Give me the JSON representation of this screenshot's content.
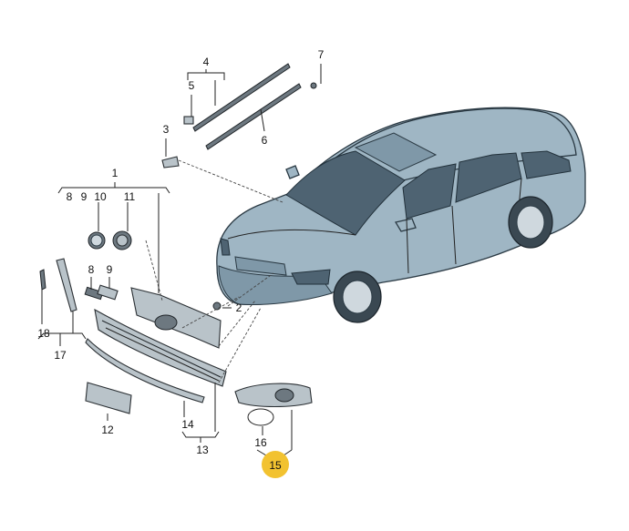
{
  "callouts": {
    "c1": "1",
    "c2": "2",
    "c3": "3",
    "c4": "4",
    "c5": "5",
    "c6": "6",
    "c7": "7",
    "c8a": "8",
    "c9a": "9",
    "c10": "10",
    "c11": "11",
    "c8b": "8",
    "c9b": "9",
    "c12": "12",
    "c13": "13",
    "c14": "14",
    "c15": "15",
    "c16": "16",
    "c17": "17",
    "c18": "18"
  },
  "colors": {
    "highlight": "#f2c230",
    "car": "#9fb6c4",
    "part": "#b9c3c9"
  }
}
